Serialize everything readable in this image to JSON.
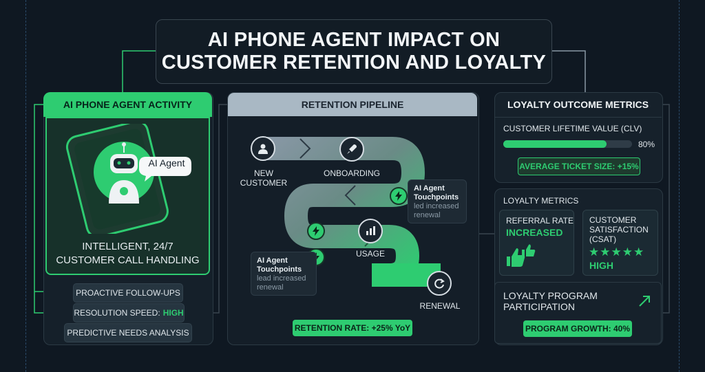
{
  "title": {
    "line1": "AI PHONE AGENT IMPACT ON",
    "line2": "CUSTOMER RETENTION AND LOYALTY"
  },
  "activity": {
    "header": "AI PHONE AGENT ACTIVITY",
    "bubble": "AI Agent",
    "caption_line1": "INTELLIGENT, 24/7",
    "caption_line2": "CUSTOMER CALL HANDLING",
    "items": [
      {
        "label": "PROACTIVE FOLLOW-UPS",
        "highlight": ""
      },
      {
        "label": "RESOLUTION SPEED:",
        "highlight": "HIGH"
      },
      {
        "label": "PREDICTIVE NEEDS ANALYSIS",
        "highlight": ""
      }
    ]
  },
  "pipeline": {
    "header": "RETENTION PIPELINE",
    "stages": {
      "new_customer_1": "NEW",
      "new_customer_2": "CUSTOMER",
      "onboarding": "ONBOARDING",
      "usage": "USAGE",
      "renewal": "RENEWAL"
    },
    "touchpoint_a": {
      "title1": "AI Agent",
      "title2": "Touchpoints",
      "desc1": "led increased",
      "desc2": "renewal"
    },
    "touchpoint_b": {
      "title1": "AI Agent",
      "title2": "Touchpoints",
      "desc1": "lead increased",
      "desc2": "renewal"
    },
    "retention_rate": "RETENTION RATE: +25% YoY"
  },
  "outcomes": {
    "header": "LOYALTY OUTCOME METRICS",
    "clv_label": "CUSTOMER LIFETIME VALUE (CLV)",
    "clv_value_text": "80%",
    "clv_fraction": 0.8,
    "avg_ticket": "AVERAGE TICKET SIZE: +15%",
    "loyalty_metrics_title": "LOYALTY METRICS",
    "referral_title": "REFERRAL RATE",
    "referral_value": "INCREASED",
    "csat_title1": "CUSTOMER",
    "csat_title2": "SATISFACTION",
    "csat_title3": "(CSAT)",
    "csat_stars": 5,
    "csat_value": "HIGH",
    "program_title1": "LOYALTY PROGRAM",
    "program_title2": "PARTICIPATION",
    "program_growth": "PROGRAM GROWTH: 40%"
  },
  "colors": {
    "accent": "#2ecc71",
    "background": "#0f1822",
    "panel": "#16212b",
    "pipeline_header": "#a9b8c4"
  }
}
